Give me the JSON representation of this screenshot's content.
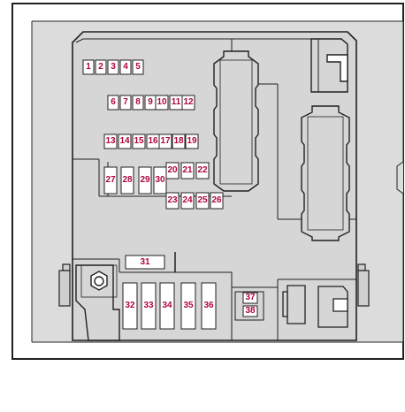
{
  "diagram": {
    "colors": {
      "panel_bg": "#dcdcdc",
      "box_fill": "#d6d6d6",
      "line": "#231f20",
      "fuse_fill": "#ffffff",
      "label": "#b0063a"
    },
    "fuses": [
      {
        "id": "fuse-1",
        "label": "1"
      },
      {
        "id": "fuse-2",
        "label": "2"
      },
      {
        "id": "fuse-3",
        "label": "3"
      },
      {
        "id": "fuse-4",
        "label": "4"
      },
      {
        "id": "fuse-5",
        "label": "5"
      },
      {
        "id": "fuse-6",
        "label": "6"
      },
      {
        "id": "fuse-7",
        "label": "7"
      },
      {
        "id": "fuse-8",
        "label": "8"
      },
      {
        "id": "fuse-9",
        "label": "9"
      },
      {
        "id": "fuse-10",
        "label": "10"
      },
      {
        "id": "fuse-11",
        "label": "11"
      },
      {
        "id": "fuse-12",
        "label": "12"
      },
      {
        "id": "fuse-13",
        "label": "13"
      },
      {
        "id": "fuse-14",
        "label": "14"
      },
      {
        "id": "fuse-15",
        "label": "15"
      },
      {
        "id": "fuse-16",
        "label": "16"
      },
      {
        "id": "fuse-17",
        "label": "17"
      },
      {
        "id": "fuse-18",
        "label": "18"
      },
      {
        "id": "fuse-19",
        "label": "19"
      },
      {
        "id": "fuse-20",
        "label": "20"
      },
      {
        "id": "fuse-21",
        "label": "21"
      },
      {
        "id": "fuse-22",
        "label": "22"
      },
      {
        "id": "fuse-23",
        "label": "23"
      },
      {
        "id": "fuse-24",
        "label": "24"
      },
      {
        "id": "fuse-25",
        "label": "25"
      },
      {
        "id": "fuse-26",
        "label": "26"
      },
      {
        "id": "fuse-27",
        "label": "27"
      },
      {
        "id": "fuse-28",
        "label": "28"
      },
      {
        "id": "fuse-29",
        "label": "29"
      },
      {
        "id": "fuse-30",
        "label": "30"
      },
      {
        "id": "fuse-31",
        "label": "31"
      },
      {
        "id": "fuse-32",
        "label": "32"
      },
      {
        "id": "fuse-33",
        "label": "33"
      },
      {
        "id": "fuse-34",
        "label": "34"
      },
      {
        "id": "fuse-35",
        "label": "35"
      },
      {
        "id": "fuse-36",
        "label": "36"
      },
      {
        "id": "fuse-37",
        "label": "37"
      },
      {
        "id": "fuse-38",
        "label": "38"
      }
    ]
  }
}
